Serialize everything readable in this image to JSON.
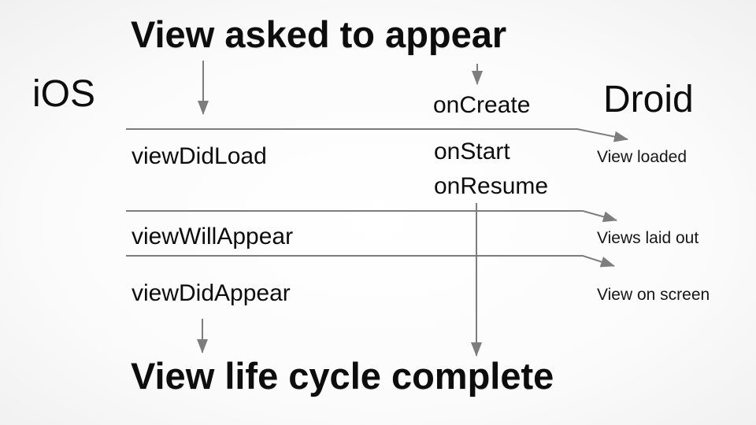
{
  "slide": {
    "top_title": "View asked to appear",
    "bottom_title": "View life cycle complete",
    "left_platform": "iOS",
    "right_platform": "Droid",
    "ios_methods": [
      "viewDidLoad",
      "viewWillAppear",
      "viewDidAppear"
    ],
    "droid_methods": [
      "onCreate",
      "onStart",
      "onResume"
    ],
    "stage_annotations": [
      "View loaded",
      "Views laid out",
      "View on screen"
    ],
    "colors": {
      "arrow_line": "#7d7d7d",
      "text": "#0d0d0d",
      "background_center": "#ffffff",
      "background_edge": "#d6d7d7"
    }
  }
}
